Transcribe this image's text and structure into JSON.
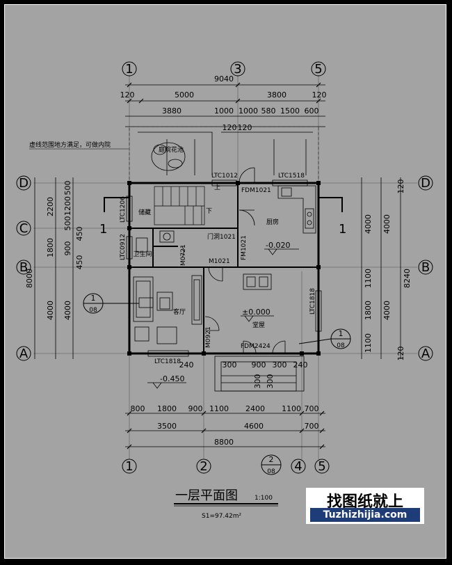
{
  "drawing": {
    "title": "一层平面图",
    "scale": "1:100",
    "area": "S1=97.42m²",
    "garden_note": "虚线范围地方满足，可做内院",
    "garden_label": "庭院花池"
  },
  "grid_axes": {
    "top": [
      "1",
      "3",
      "5"
    ],
    "bottom": [
      "1",
      "2",
      "4",
      "5"
    ],
    "left": [
      "D",
      "C",
      "B",
      "A"
    ],
    "right": [
      "D",
      "B",
      "A"
    ]
  },
  "dims": {
    "top_total": "9040",
    "top_row1": [
      "120",
      "5000",
      "3800",
      "120"
    ],
    "top_row2": [
      "3880",
      "1000",
      "1000",
      "580",
      "1500",
      "600"
    ],
    "top_row3": [
      "120",
      "120"
    ],
    "bottom_row1": [
      "800",
      "1800",
      "900",
      "1100",
      "2400",
      "1100",
      "700"
    ],
    "bottom_row2": [
      "3500",
      "4600",
      "700"
    ],
    "bottom_total": "8800",
    "left_outer": "8000",
    "left_mid": [
      "2200",
      "1800",
      "4000"
    ],
    "left_inner": [
      "500",
      "1200",
      "500",
      "450",
      "900",
      "450",
      "4000"
    ],
    "right_outer": "8240",
    "right_mid": [
      "120",
      "4000",
      "4000",
      "120"
    ],
    "right_inner": [
      "4000",
      "1100",
      "1800",
      "1100"
    ],
    "porch": [
      "240",
      "300",
      "900",
      "300",
      "240"
    ],
    "steps": [
      "300",
      "300"
    ]
  },
  "rooms": {
    "storage": "储藏",
    "kitchen": "厨房",
    "bathroom": "卫生间",
    "living": "客厅",
    "hall": "堂屋"
  },
  "levels": {
    "kitchen": "-0.020",
    "hall": "±0.000",
    "outside": "-0.450"
  },
  "tags": {
    "ltc1012": "LTC1012",
    "ltc1518": "LTC1518",
    "fdm1021": "FDM1021",
    "ltc1206": "LTC1206",
    "ltc0912": "LTC0912",
    "men1021": "门洞1021",
    "m0721": "M0721",
    "fm1021": "FM1021",
    "m1021": "M1021",
    "ltc1818_right": "LTC1818",
    "ltc1818_bottom": "LTC1818",
    "m0921": "M0921",
    "fdm2424": "FDM2424",
    "stair_up": "上",
    "stair_down": "下"
  },
  "section_marks": {
    "cut_1_left": "1",
    "cut_1_right": "1",
    "detail_left": {
      "num": "1",
      "sheet": "08"
    },
    "detail_right": {
      "num": "1",
      "sheet": "08"
    },
    "detail_bottom": {
      "num": "2",
      "sheet": "08"
    }
  },
  "watermark": {
    "cn": "找图纸就上",
    "url": "Tuzhizhijia.com"
  },
  "colors": {
    "background": "#a3a3a3",
    "lines": "#000000",
    "brand_blue": "#1d3c78"
  }
}
